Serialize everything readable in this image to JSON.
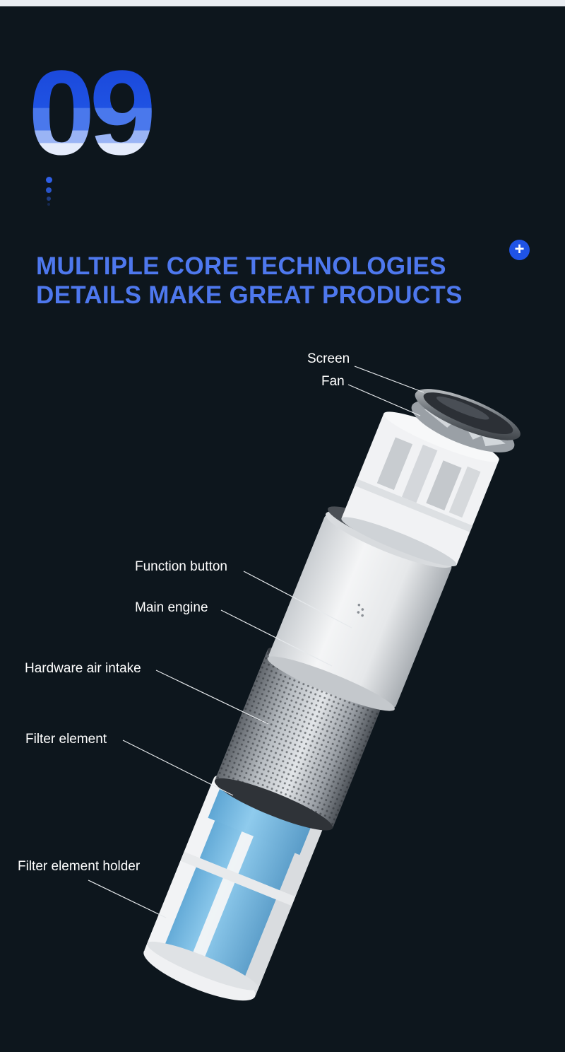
{
  "section_number": "09",
  "headline": {
    "line1": "MULTIPLE CORE TECHNOLOGIES",
    "line2": "DETAILS MAKE GREAT PRODUCTS"
  },
  "expand_icon": "plus-icon",
  "parts": {
    "screen": "Screen",
    "fan": "Fan",
    "function_button": "Function button",
    "main_engine": "Main engine",
    "hardware_air_intake": "Hardware air intake",
    "filter_element": "Filter element",
    "filter_element_holder": "Filter element holder"
  },
  "colors": {
    "background": "#0d161d",
    "accent": "#2f5fe6",
    "headline": "#4e78ee",
    "filter_blue": "#7ec0e6"
  }
}
